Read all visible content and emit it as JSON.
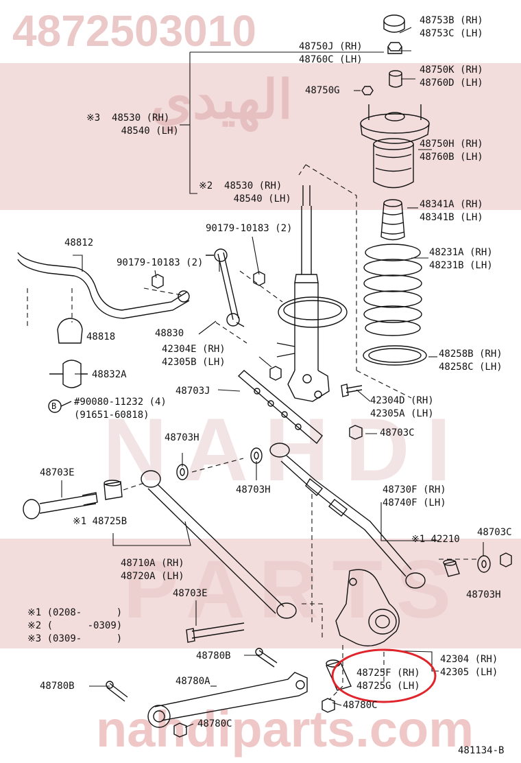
{
  "watermark": {
    "part_number": "4872503010",
    "arabic": "الهيدي",
    "nahdi": "NAHDI",
    "parts": "PARTS",
    "site": "nahdiparts.com"
  },
  "footnotes": [
    {
      "mark": "※1",
      "range": "(0208-      )"
    },
    {
      "mark": "※2",
      "range": "(      -0309)"
    },
    {
      "mark": "※3",
      "range": "(0309-      )"
    }
  ],
  "labels": {
    "l48753": [
      "48753B (RH)",
      "48753C (LH)"
    ],
    "l48750j": [
      "48750J (RH)",
      "48760C (LH)"
    ],
    "l48750k": [
      "48750K (RH)",
      "48760D (LH)"
    ],
    "l48750g": [
      "48750G"
    ],
    "l48530_3": [
      "※3  48530 (RH)",
      "      48540 (LH)"
    ],
    "l48750h": [
      "48750H (RH)",
      "48760B (LH)"
    ],
    "l48530_2": [
      "※2  48530 (RH)",
      "      48540 (LH)"
    ],
    "l48341": [
      "48341A (RH)",
      "48341B (LH)"
    ],
    "l90179a": [
      "90179-10183 (2)"
    ],
    "l48812": [
      "48812"
    ],
    "l48231": [
      "48231A (RH)",
      "48231B (LH)"
    ],
    "l90179b": [
      "90179-10183 (2)"
    ],
    "l48818": [
      "48818"
    ],
    "l48830": [
      "48830"
    ],
    "l42304e": [
      "42304E (RH)",
      "42305B (LH)"
    ],
    "l48258": [
      "48258B (RH)",
      "48258C (LH)"
    ],
    "l48832a": [
      "48832A"
    ],
    "l48703j": [
      "48703J"
    ],
    "l90080": [
      "#90080-11232 (4)",
      "(91651-60818)"
    ],
    "l42304d": [
      "42304D (RH)",
      "42305A (LH)"
    ],
    "l48703c_a": [
      "48703C"
    ],
    "l48703h_a": [
      "48703H"
    ],
    "l48703e_a": [
      "48703E"
    ],
    "l48703h_b": [
      "48703H"
    ],
    "l48730f": [
      "48730F (RH)",
      "48740F (LH)"
    ],
    "l48725b": [
      "※1 48725B"
    ],
    "l42210": [
      "※1 42210"
    ],
    "l48703c_b": [
      "48703C"
    ],
    "l48710a": [
      "48710A (RH)",
      "48720A (LH)"
    ],
    "l48703h_c": [
      "48703H"
    ],
    "l48703e_b": [
      "48703E"
    ],
    "l48780b_a": [
      "48780B"
    ],
    "l42304": [
      "42304 (RH)",
      "42305 (LH)"
    ],
    "l48725f": [
      "48725F (RH)",
      "48725G (LH)"
    ],
    "l48780b_b": [
      "48780B"
    ],
    "l48780a": [
      "48780A"
    ],
    "l48780c_a": [
      "48780C"
    ],
    "l48780c_b": [
      "48780C"
    ],
    "figure_code": [
      "481134-B"
    ]
  },
  "callout_b": "B",
  "colors": {
    "highlight": "#e0242b",
    "ink": "#111111",
    "watermark": "#ecc9c9",
    "band": "#f3dcdc"
  }
}
